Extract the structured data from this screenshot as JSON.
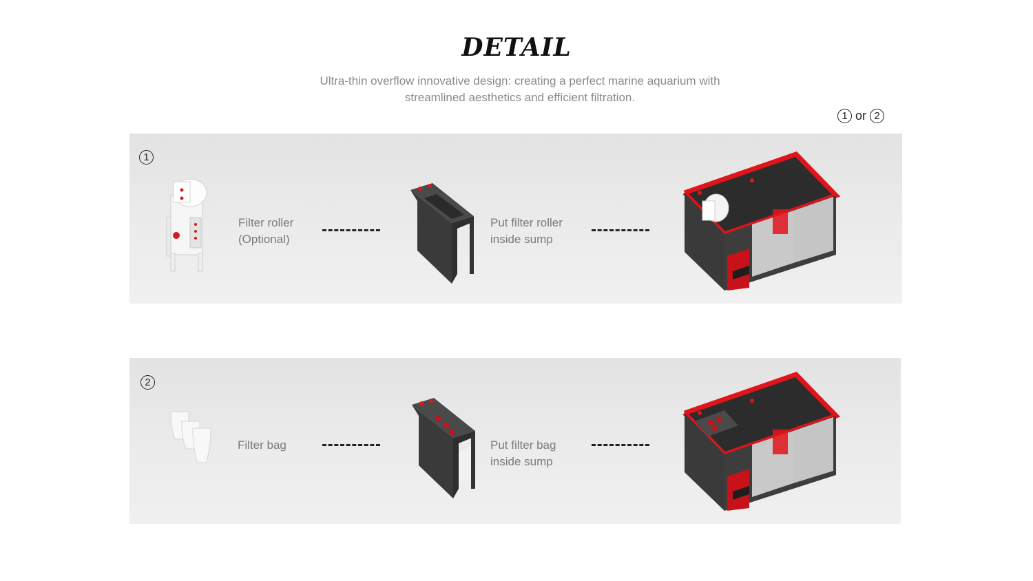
{
  "title": "DETAIL",
  "subtitle": "Ultra-thin overflow innovative design: creating a perfect marine aquarium with streamlined aesthetics and efficient filtration.",
  "legend": {
    "option1": "1",
    "or": "or",
    "option2": "2"
  },
  "colors": {
    "accent_red": "#e0141b",
    "dark_gray": "#3a3a3a",
    "panel_bg": "#e8e8e8",
    "label_gray": "#7a7a7a"
  },
  "rows": [
    {
      "badge": "1",
      "step1_line1": "Filter  roller",
      "step1_line2": "(Optional)",
      "step2_line1": "Put filter roller",
      "step2_line2": "inside sump",
      "icons": [
        "filter-roller-icon",
        "overflow-box-icon",
        "sump-with-roller-icon"
      ]
    },
    {
      "badge": "2",
      "step1_line1": "Filter bag",
      "step2_line1": "Put filter bag",
      "step2_line2": "inside sump",
      "icons": [
        "filter-bags-icon",
        "overflow-box-with-bags-icon",
        "sump-with-bags-icon"
      ]
    }
  ]
}
